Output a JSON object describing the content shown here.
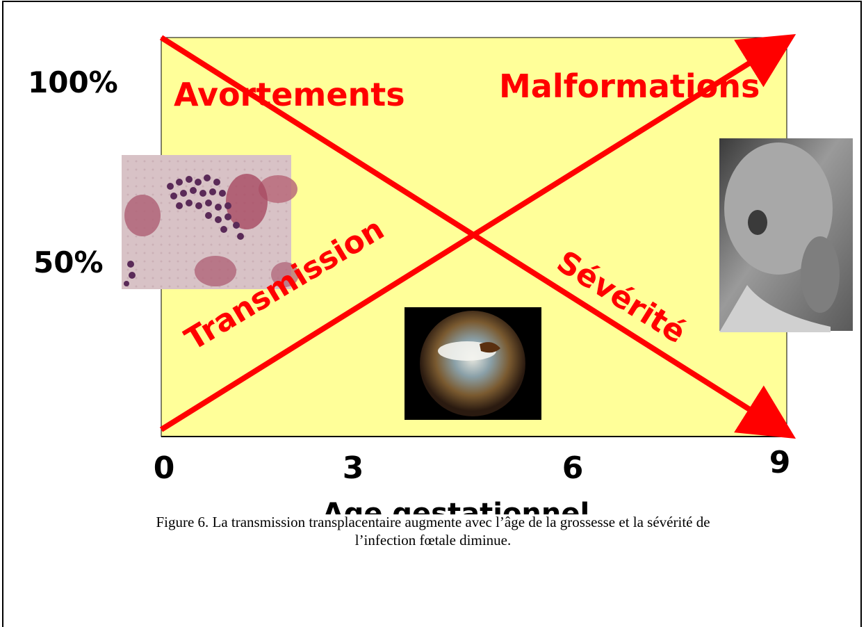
{
  "y_axis": {
    "labels": [
      "100%",
      "50%"
    ]
  },
  "x_axis": {
    "ticks": [
      "0",
      "3",
      "6",
      "9"
    ],
    "title": "Age gestationnel"
  },
  "curves": {
    "decreasing_upper": "Avortements",
    "increasing_upper": "Malformations",
    "increasing_lower": "Transmission",
    "decreasing_lower": "Sévérité"
  },
  "images": {
    "parasite_micrograph": "toxoplasma cysts micrograph",
    "retina_photo": "retinochoroiditis fundus photo",
    "infant_photo": "hydrocephalic infant photo"
  },
  "caption": {
    "line1": "Figure 6. La transmission transplacentaire augmente avec l’âge de la grossesse et la sévérité de",
    "line2": "l’infection fœtale diminue."
  },
  "colors": {
    "panel": "#ffff99",
    "arrow": "#ff0000",
    "axis": "#000000"
  }
}
